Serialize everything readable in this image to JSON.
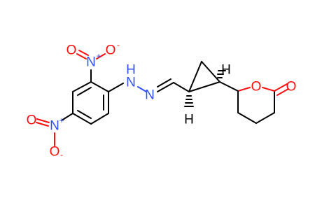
{
  "molecule": {
    "colors": {
      "bond": "#000000",
      "nitrogen": "#3050f8",
      "oxygen": "#ff0d0d",
      "hydrogen": "#000000"
    },
    "atoms": {
      "nitro_top_o_left": "O",
      "nitro_top_n": "N",
      "nitro_top_plus": "+",
      "nitro_top_o_right": "O",
      "nitro_top_minus": "-",
      "nitro_bottom_o_left": "O",
      "nitro_bottom_n": "N",
      "nitro_bottom_plus": "+",
      "nitro_bottom_o_bottom": "O",
      "nitro_bottom_minus": "-",
      "hydrazone_nh_n": "N",
      "hydrazone_nh_h": "H",
      "hydrazone_n": "N",
      "cyclopropane_h_bottom": "H",
      "cyclopropane_h_top": "H",
      "lactone_ring_o": "O",
      "carbonyl_o": "O"
    }
  }
}
